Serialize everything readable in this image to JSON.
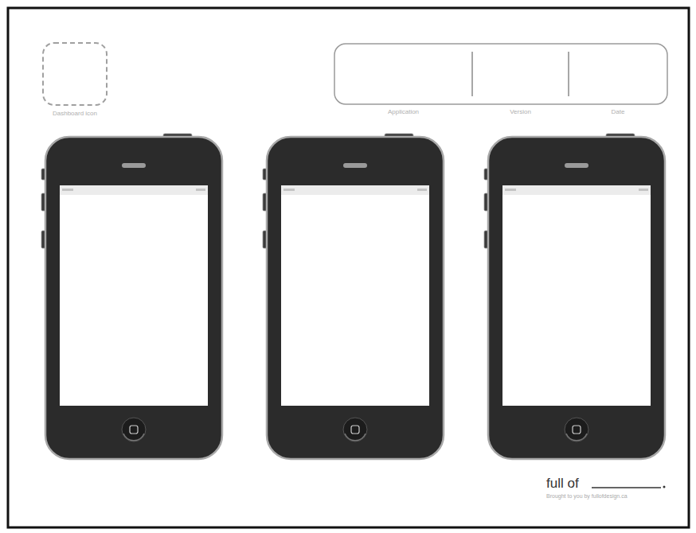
{
  "diagram": {
    "nodes": [
      {
        "text": [
          "Dashboard icon"
        ]
      },
      {
        "text": [
          "Application"
        ]
      },
      {
        "text": [
          "Version"
        ]
      },
      {
        "text": [
          "Date"
        ]
      }
    ],
    "labels": [
      "full of",
      "Brought to you by fullofdesign.ca"
    ]
  }
}
